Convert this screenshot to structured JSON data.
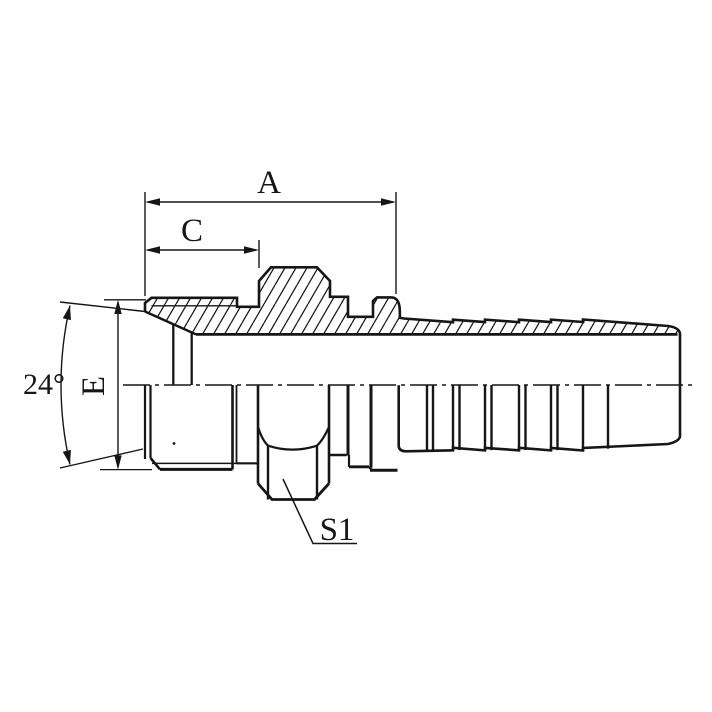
{
  "drawing": {
    "labels": {
      "dim_a": "A",
      "dim_c": "C",
      "dim_e": "E",
      "cone_angle": "24°",
      "hex_size": "S1"
    },
    "colors": {
      "line": "#161616",
      "background": "#ffffff"
    }
  }
}
